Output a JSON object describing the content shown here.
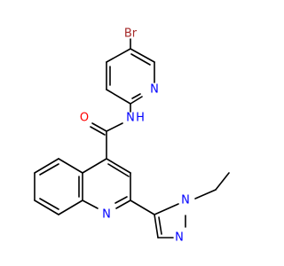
{
  "molecule": {
    "atoms": {
      "br": "Br",
      "n_pyridine": "N",
      "amide_nh": "N",
      "amide_h": "H",
      "o_carbonyl": "O",
      "n_quinoline": "N",
      "n1_pyrazole": "N",
      "n2_pyrazole": "N"
    },
    "colors": {
      "bond": "#000000",
      "carbon": "#000000",
      "nitrogen": "#0000FF",
      "oxygen": "#FF0000",
      "bromine": "#A52A2A"
    }
  }
}
